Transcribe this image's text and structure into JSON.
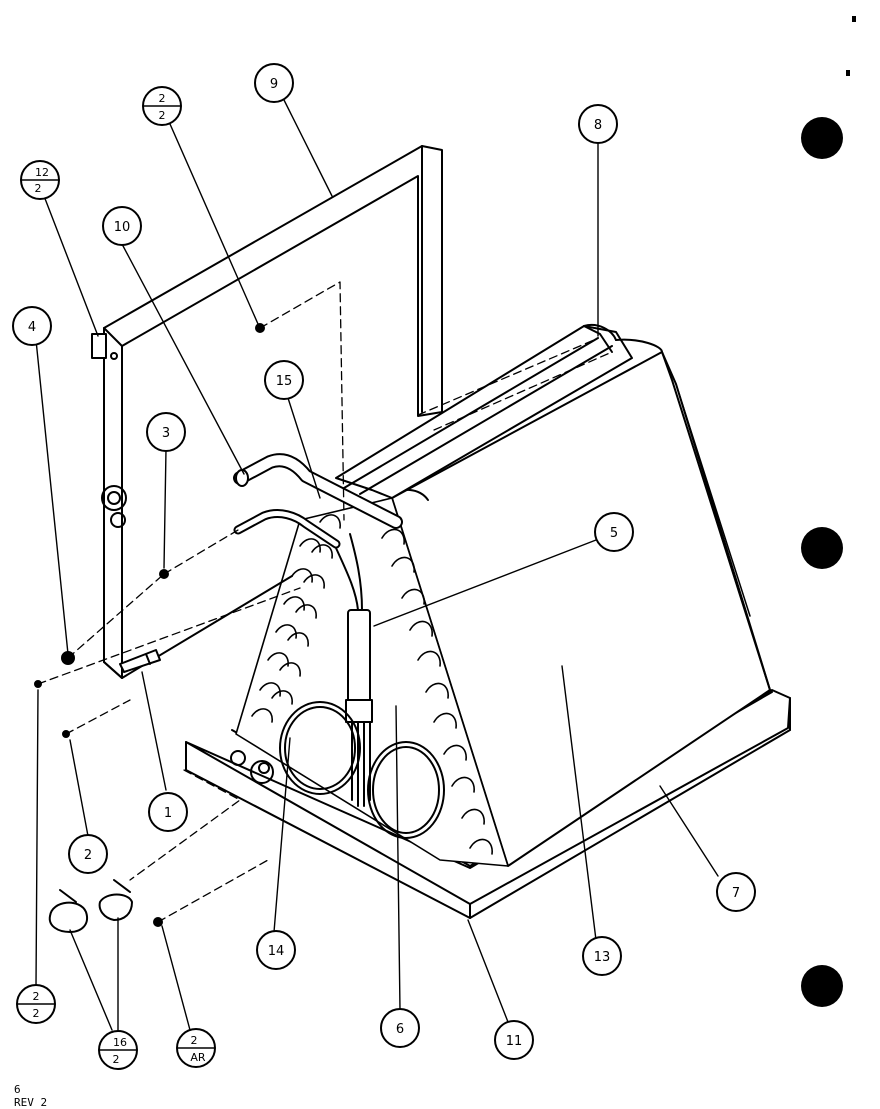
{
  "callouts": {
    "c9": "9",
    "c8": "8",
    "c10": "10",
    "c4": "4",
    "c3": "3",
    "c15": "15",
    "c5": "5",
    "c1": "1",
    "c2": "2",
    "c14": "14",
    "c6": "6",
    "c11": "11",
    "c13": "13",
    "c7": "7"
  },
  "fraction_callouts": {
    "f_top": {
      "num": "2",
      "den": "2"
    },
    "f_12": {
      "num": "12",
      "den": "2"
    },
    "f_left_bottom": {
      "num": "2",
      "den": "2"
    },
    "f_16": {
      "num": "16",
      "den": "2"
    },
    "f_ar": {
      "num": "2",
      "den": "AR"
    }
  },
  "footer": {
    "page_number": "6",
    "revision": "REV 2"
  },
  "colors": {
    "ink": "#000000",
    "paper": "#ffffff"
  }
}
